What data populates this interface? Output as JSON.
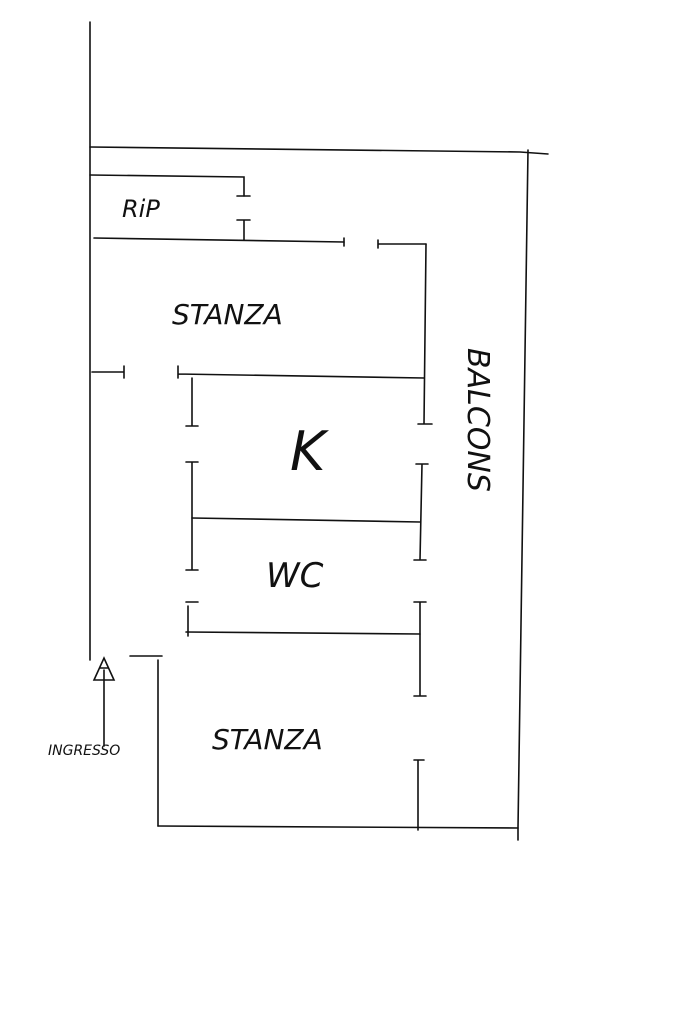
{
  "diagram": {
    "rooms": {
      "rip": "RiP",
      "stanza_top": "STANZA",
      "kitchen": "K",
      "wc": "WC",
      "stanza_bottom": "STANZA"
    },
    "balcony": "BALCONS",
    "entrance": "INGRESSO"
  },
  "colors": {
    "ink": "#111111",
    "paper": "#ffffff"
  }
}
